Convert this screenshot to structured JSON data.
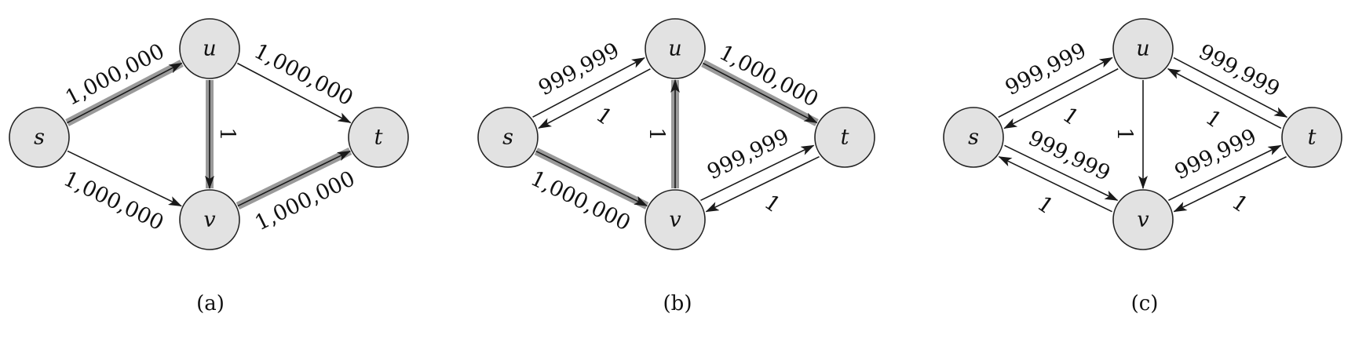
{
  "panels": [
    {
      "caption": "(a)",
      "nodes": {
        "s": "s",
        "u": "u",
        "v": "v",
        "t": "t"
      },
      "edges": [
        {
          "from": "s",
          "to": "u",
          "label": "1,000,000",
          "highlight": true
        },
        {
          "from": "u",
          "to": "t",
          "label": "1,000,000",
          "highlight": false
        },
        {
          "from": "s",
          "to": "v",
          "label": "1,000,000",
          "highlight": false
        },
        {
          "from": "v",
          "to": "t",
          "label": "1,000,000",
          "highlight": true
        },
        {
          "from": "u",
          "to": "v",
          "label": "1",
          "highlight": true
        }
      ]
    },
    {
      "caption": "(b)",
      "nodes": {
        "s": "s",
        "u": "u",
        "v": "v",
        "t": "t"
      },
      "edges": [
        {
          "from": "s",
          "to": "u",
          "label": "999,999",
          "highlight": false
        },
        {
          "from": "u",
          "to": "s",
          "label": "1",
          "highlight": false
        },
        {
          "from": "u",
          "to": "t",
          "label": "1,000,000",
          "highlight": true
        },
        {
          "from": "s",
          "to": "v",
          "label": "1,000,000",
          "highlight": true
        },
        {
          "from": "v",
          "to": "u",
          "label": "1",
          "highlight": true
        },
        {
          "from": "v",
          "to": "t",
          "label": "999,999",
          "highlight": false
        },
        {
          "from": "t",
          "to": "v",
          "label": "1",
          "highlight": false
        }
      ]
    },
    {
      "caption": "(c)",
      "nodes": {
        "s": "s",
        "u": "u",
        "v": "v",
        "t": "t"
      },
      "edges": [
        {
          "from": "s",
          "to": "u",
          "label": "999,999",
          "highlight": false
        },
        {
          "from": "u",
          "to": "s",
          "label": "1",
          "highlight": false
        },
        {
          "from": "u",
          "to": "t",
          "label": "999,999",
          "highlight": false
        },
        {
          "from": "t",
          "to": "u",
          "label": "1",
          "highlight": false
        },
        {
          "from": "u",
          "to": "v",
          "label": "1",
          "highlight": false
        },
        {
          "from": "s",
          "to": "v",
          "label": "999,999",
          "highlight": false
        },
        {
          "from": "v",
          "to": "s",
          "label": "1",
          "highlight": false
        },
        {
          "from": "v",
          "to": "t",
          "label": "999,999",
          "highlight": false
        },
        {
          "from": "t",
          "to": "v",
          "label": "1",
          "highlight": false
        }
      ]
    }
  ]
}
